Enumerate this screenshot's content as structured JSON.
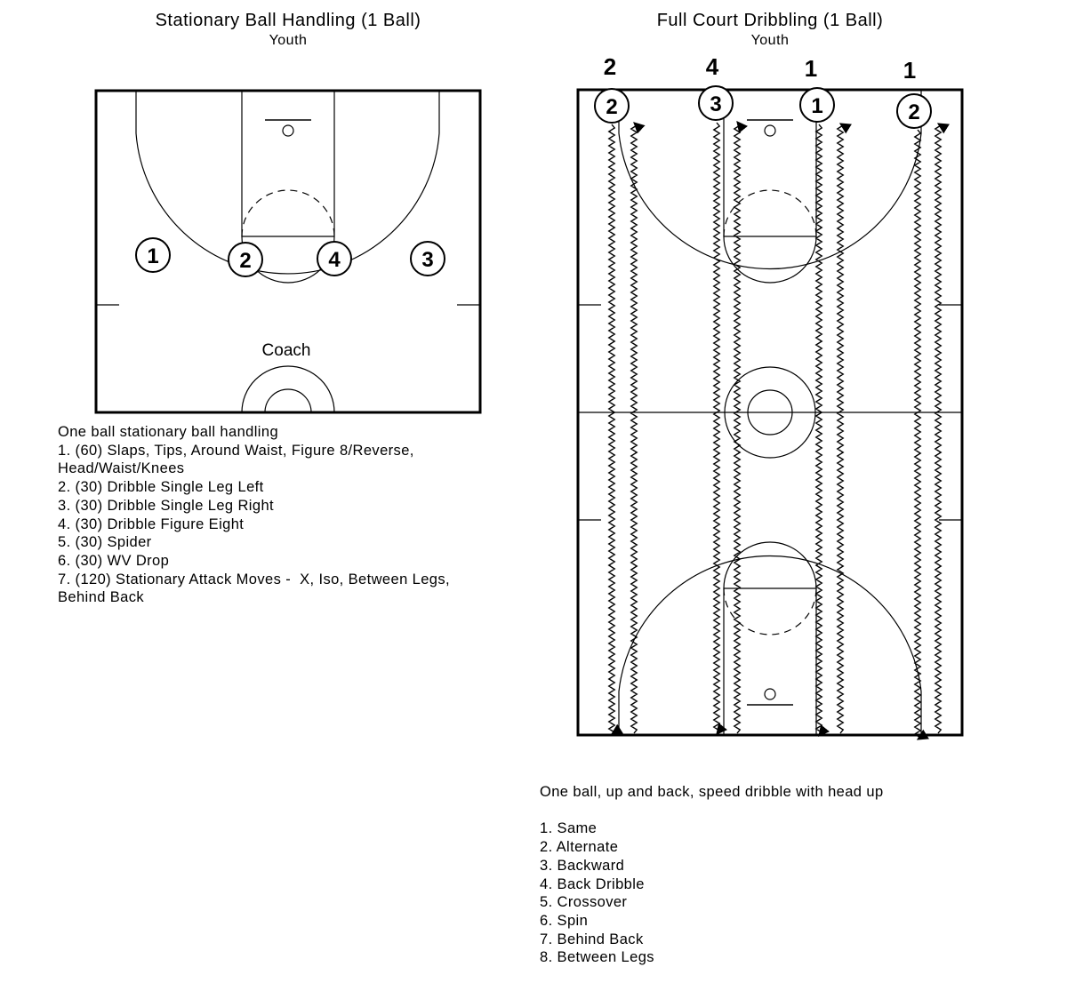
{
  "left": {
    "title": "Stationary Ball Handling (1 Ball)",
    "subtitle": "Youth",
    "players": [
      "1",
      "2",
      "4",
      "3"
    ],
    "coach_label": "Coach",
    "intro": "One ball stationary ball handling",
    "items": [
      "1. (60) Slaps, Tips, Around Waist, Figure 8/Reverse,",
      "Head/Waist/Knees",
      "2. (30) Dribble Single Leg Left",
      "3. (30) Dribble Single Leg Right",
      "4. (30) Dribble Figure Eight",
      "5. (30) Spider",
      "6. (30) WV Drop",
      "7. (120) Stationary Attack Moves -  X, Iso, Between Legs,",
      "Behind Back"
    ]
  },
  "right": {
    "title": "Full Court Dribbling (1 Ball)",
    "subtitle": "Youth",
    "top_numbers": [
      "2",
      "4",
      "1",
      "1"
    ],
    "players": [
      "2",
      "3",
      "1",
      "2"
    ],
    "intro": "One ball, up and back, speed dribble with head up",
    "items": [
      "1. Same",
      "2. Alternate",
      "3. Backward",
      "4. Back Dribble",
      "5. Crossover",
      "6. Spin",
      "7. Behind Back",
      "8. Between Legs"
    ]
  }
}
